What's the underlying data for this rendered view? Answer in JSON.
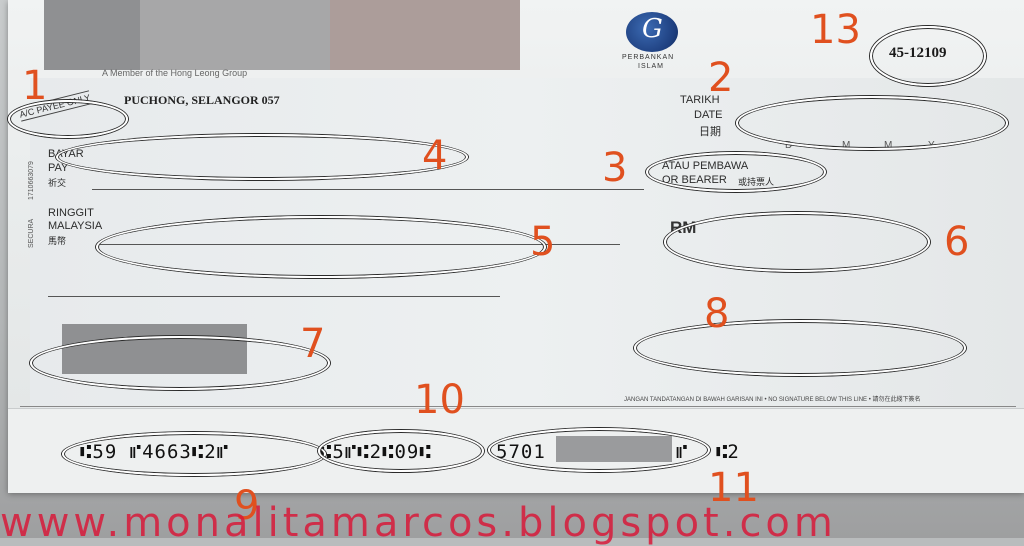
{
  "cheque": {
    "member_text": "A Member of the Hong Leong Group",
    "branch": "PUCHONG, SELANGOR  057",
    "serial": "45-12109",
    "bank_name_line1": "PERBANKAN",
    "bank_name_line2": "ISLAM",
    "payee_only": "A/C PAYEE ONLY",
    "tarikh": "TARIKH",
    "date_en": "DATE",
    "date_cn": "日期",
    "date_letters": [
      "D",
      "M",
      "M",
      "Y"
    ],
    "bayar": "BAYAR",
    "pay": "PAY",
    "pay_cn": "祈交",
    "atau_pembawa": "ATAU PEMBAWA",
    "or_bearer": "OR BEARER",
    "bearer_cn": "或持票人",
    "ringgit": "RINGGIT",
    "malaysia": "MALAYSIA",
    "ringgit_cn": "馬幣",
    "rm": "RM",
    "side_code": "SECURA",
    "side_num": "1710663079",
    "signature_note": "JANGAN TANDATANGAN DI BAWAH GARISAN INI • NO SIGNATURE BELOW THIS LINE • 請勿在此綫下簽名",
    "micr": {
      "cheque_no": "⑆59 ⑈4663⑆2⑈",
      "branch_code": "⑆5⑈⑆2⑆09⑆",
      "account": "5701",
      "account_tail": "⑈",
      "txn_code": "⑆2"
    }
  },
  "labels": [
    "1",
    "2",
    "3",
    "4",
    "5",
    "6",
    "7",
    "8",
    "9",
    "10",
    "11",
    "13"
  ],
  "watermark": "www.monalitamarcos.blogspot.com",
  "colors": {
    "annotation": "#e0501f",
    "watermark": "#d81a3a"
  }
}
